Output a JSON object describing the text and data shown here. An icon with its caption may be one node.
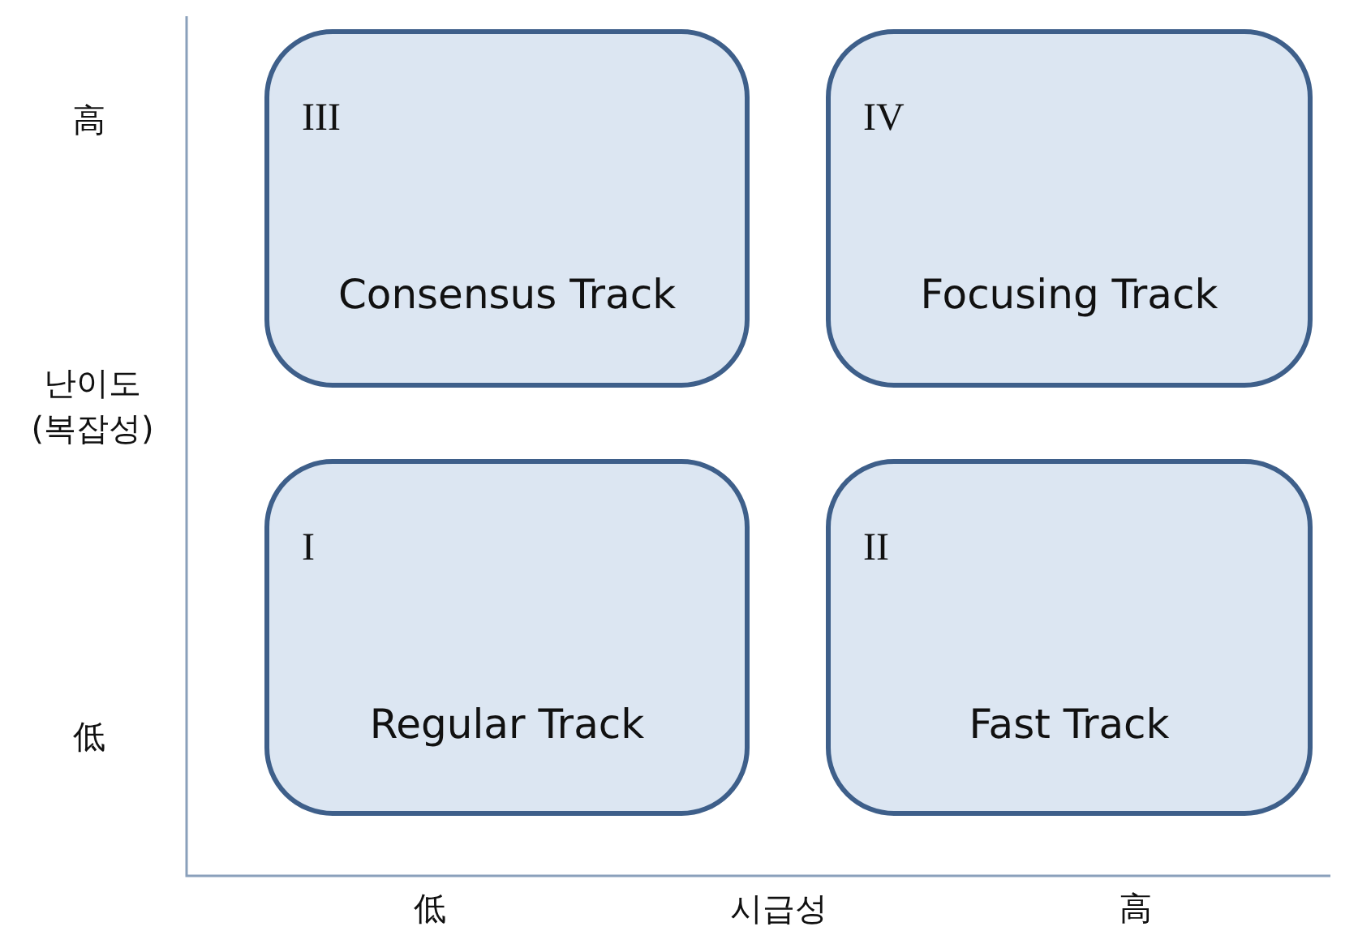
{
  "diagram": {
    "nodes": [
      {
        "text": [
          "III",
          "Consensus Track"
        ]
      },
      {
        "text": [
          "IV",
          "Focusing Track"
        ]
      },
      {
        "text": [
          "I",
          "Regular Track"
        ]
      },
      {
        "text": [
          "II",
          "Fast Track"
        ]
      }
    ],
    "labels": [
      "高",
      "난이도 (복잡성)",
      "低",
      "低",
      "시급성",
      "高"
    ]
  }
}
